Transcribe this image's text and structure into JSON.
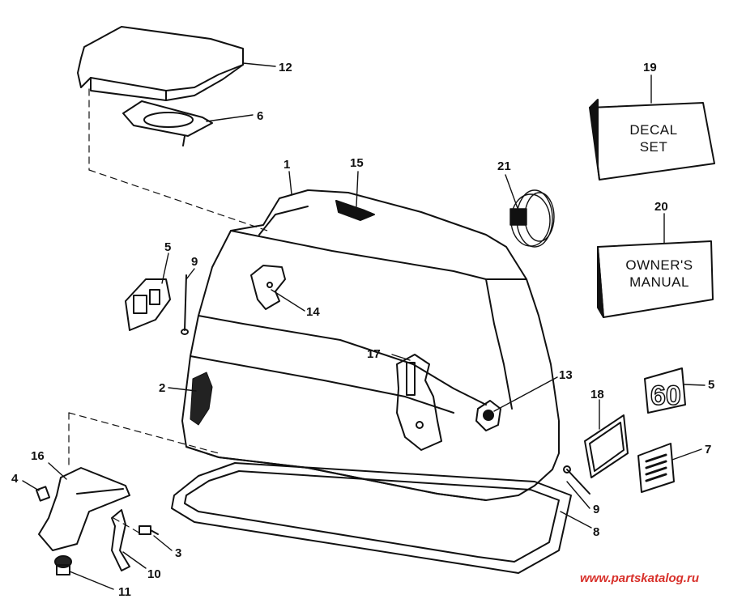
{
  "callouts": {
    "c1": "1",
    "c2": "2",
    "c3": "3",
    "c4": "4",
    "c5a": "5",
    "c5b": "5",
    "c6": "6",
    "c7": "7",
    "c8": "8",
    "c9a": "9",
    "c9b": "9",
    "c10": "10",
    "c11": "11",
    "c12": "12",
    "c13": "13",
    "c14": "14",
    "c15": "15",
    "c16": "16",
    "c17": "17",
    "c18": "18",
    "c19": "19",
    "c20": "20",
    "c21": "21"
  },
  "decal_box": {
    "line1": "DECAL",
    "line2": "SET"
  },
  "manual_box": {
    "line1": "OWNER'S",
    "line2": "MANUAL"
  },
  "badge_text": "60",
  "watermark": "www.partskatalog.ru"
}
